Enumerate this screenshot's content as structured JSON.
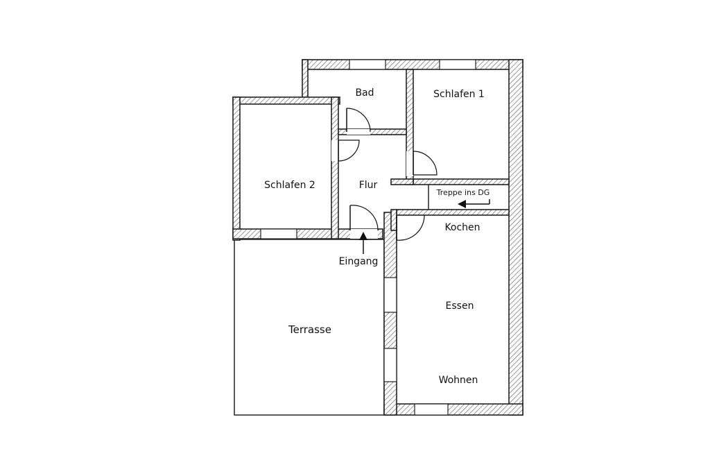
{
  "rooms": {
    "bad": "Bad",
    "schlafen1": "Schlafen 1",
    "schlafen2": "Schlafen 2",
    "flur": "Flur",
    "treppe": "Treppe ins DG",
    "kochen": "Kochen",
    "essen": "Essen",
    "wohnen": "Wohnen",
    "terrasse": "Terrasse",
    "eingang": "Eingang"
  },
  "colors": {
    "wall": "#222222",
    "hatch": "#555555",
    "background": "#ffffff"
  }
}
